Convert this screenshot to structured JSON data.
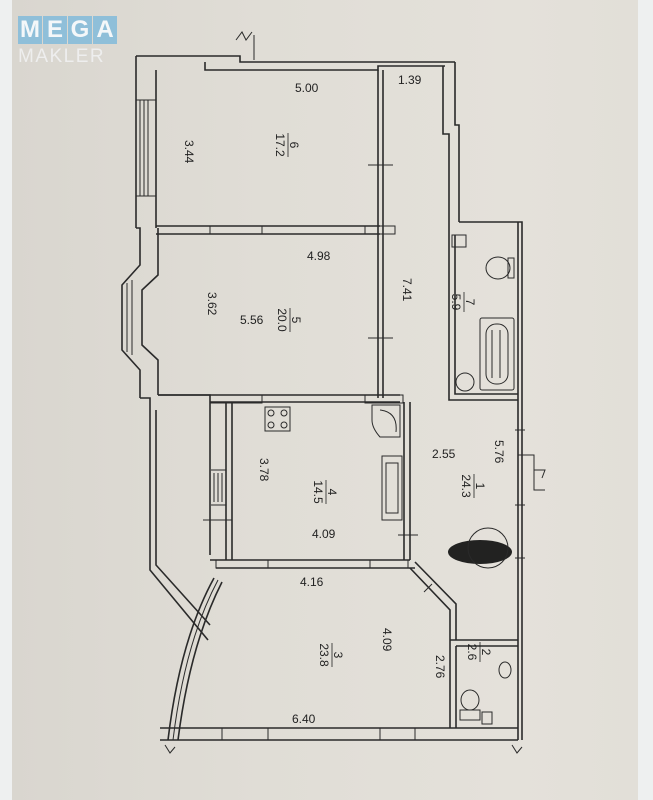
{
  "watermark": {
    "brand_top": [
      "M",
      "E",
      "G",
      "A"
    ],
    "brand_bottom": "MAKLER",
    "brand_color": "#8fbfd9"
  },
  "floor_plan": {
    "rooms": [
      {
        "number": "6",
        "area": "17.2",
        "dims": [
          "5.00",
          "3.44"
        ]
      },
      {
        "number": "5",
        "area": "20.0",
        "dims": [
          "4.98",
          "3.62",
          "5.56"
        ]
      },
      {
        "number": "4",
        "area": "14.5",
        "dims": [
          "3.78",
          "4.09"
        ]
      },
      {
        "number": "3",
        "area": "23.8",
        "dims": [
          "4.16",
          "4.09",
          "6.40",
          "2.76"
        ]
      },
      {
        "number": "1",
        "area": "24.3",
        "dims": [
          "2.55",
          "5.76"
        ]
      },
      {
        "number": "7",
        "area": "5.9",
        "dims": []
      },
      {
        "number": "2",
        "area": "2.6",
        "dims": []
      }
    ],
    "extra_dims": {
      "closet_width": "1.39",
      "corridor_length": "7.41"
    },
    "colors": {
      "paper": "#ddd9d2",
      "line": "#2a2a2a",
      "page_bg": "#eef0f0"
    }
  }
}
